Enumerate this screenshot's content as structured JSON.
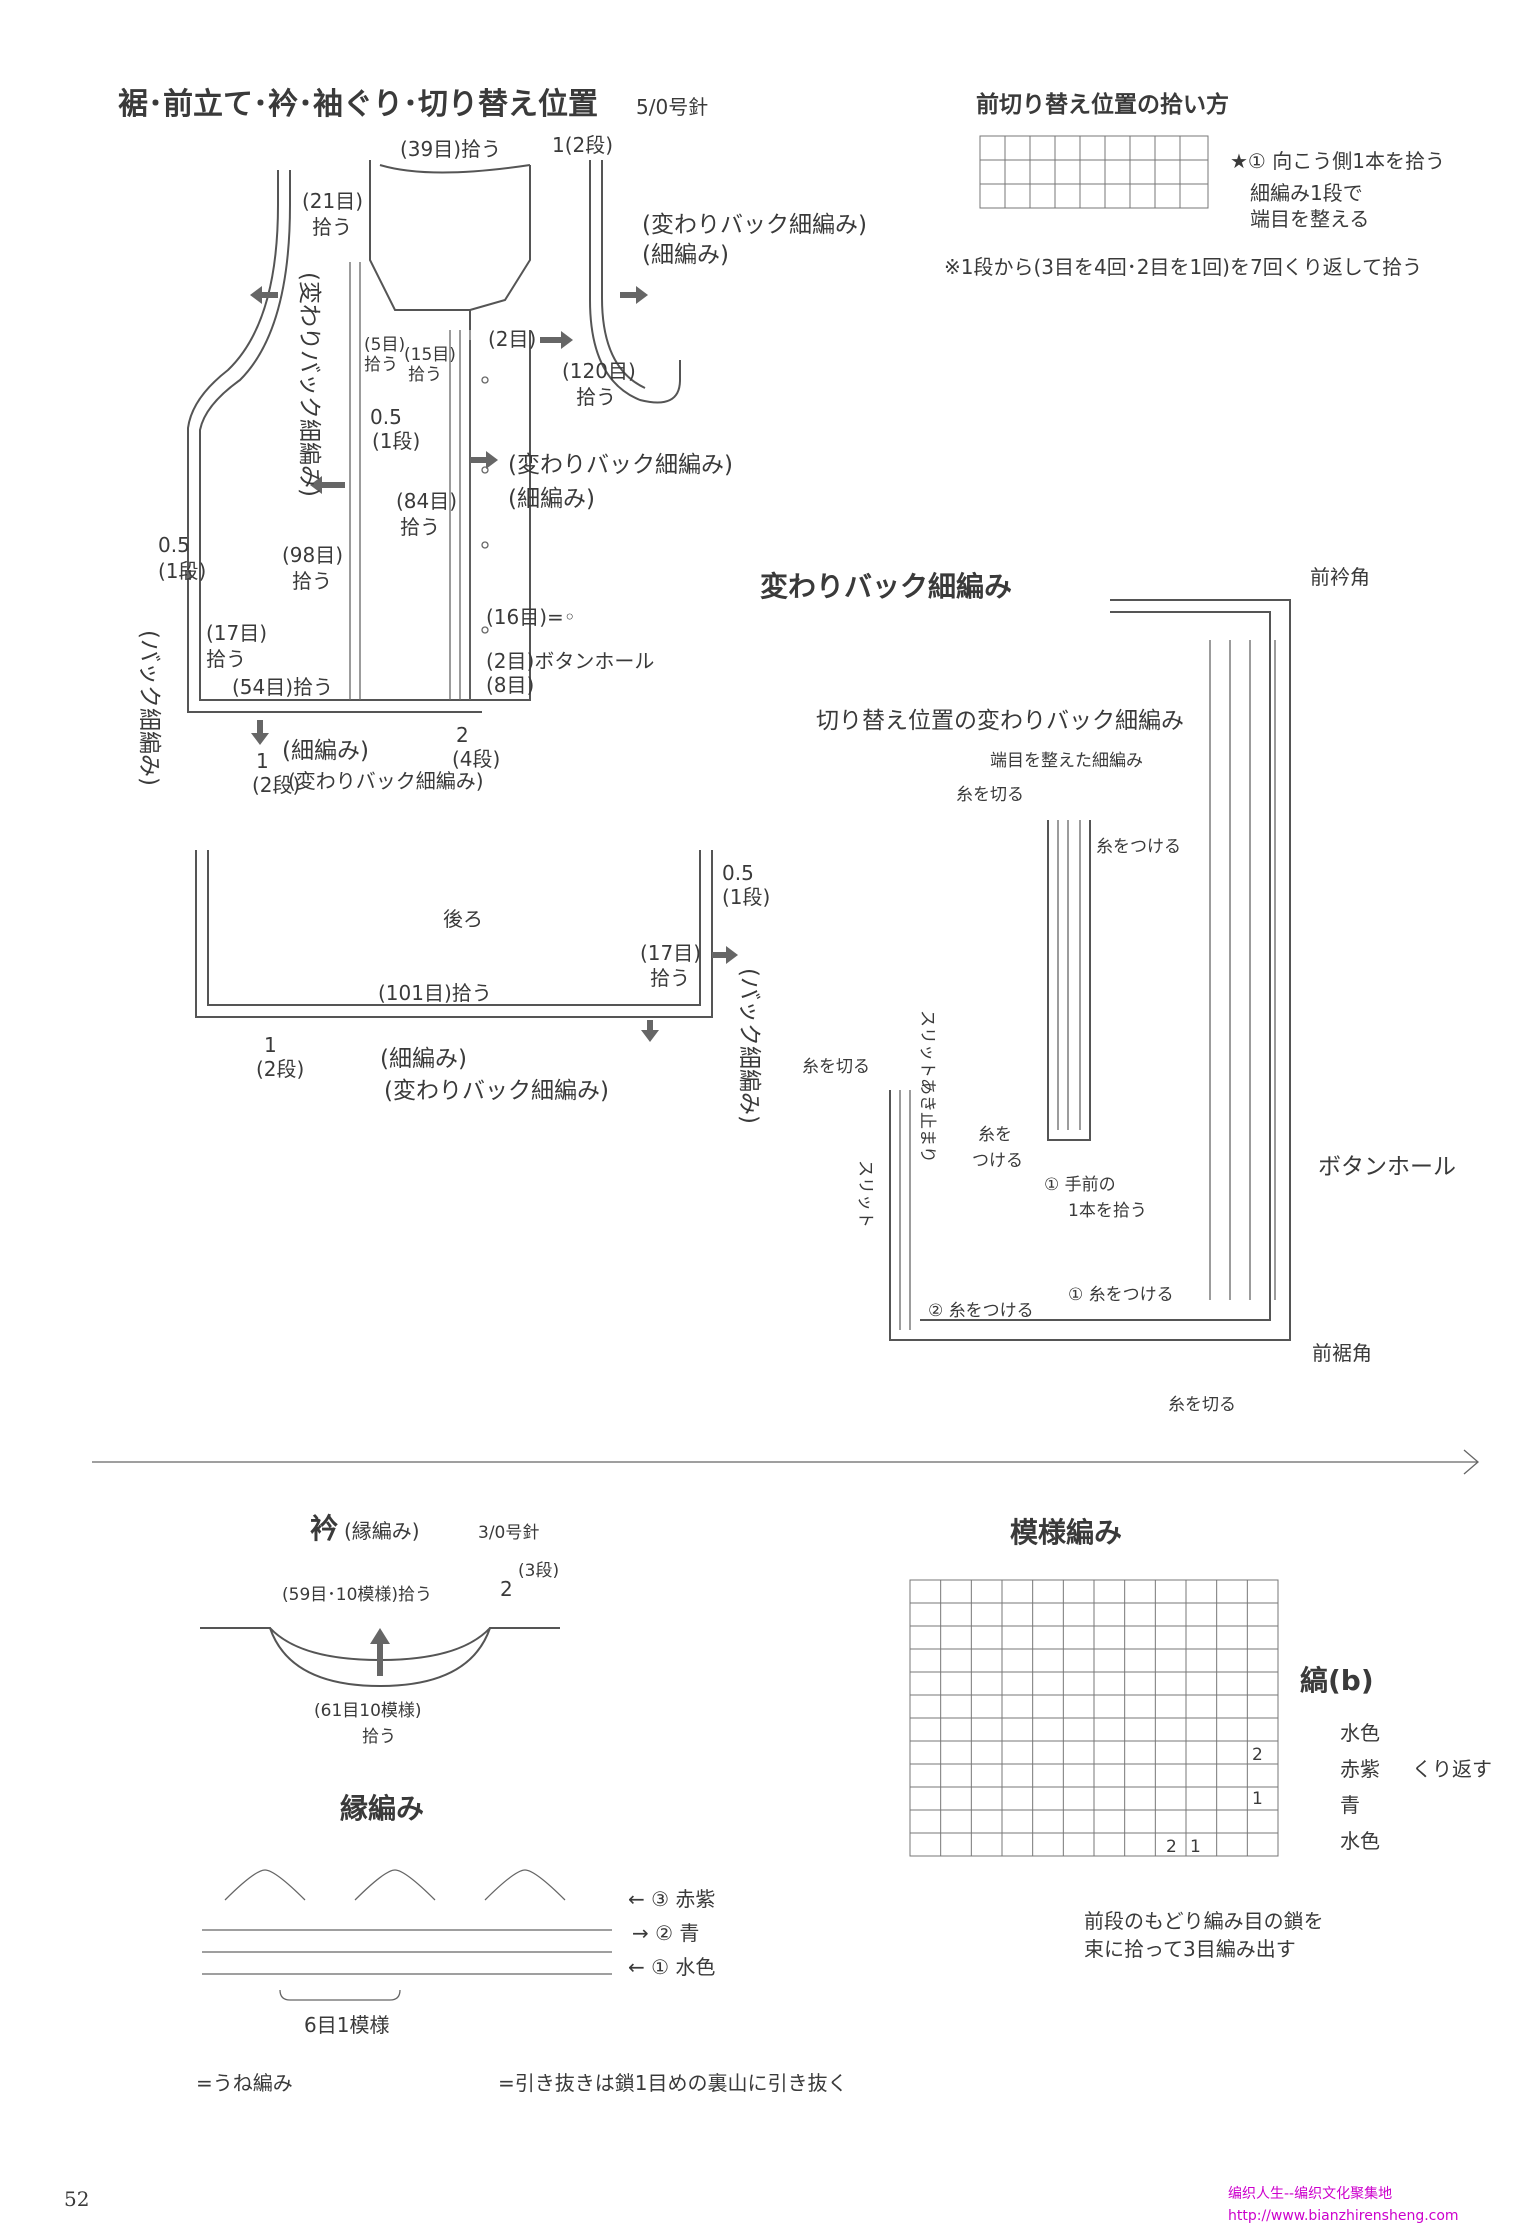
{
  "top_left": {
    "title": "裾･前立て･衿･袖ぐり･切り替え位置",
    "needle": "5/0号針",
    "labels": {
      "pick39": "(39目)拾う",
      "row12": "1(2段)",
      "pick21": "(21目)",
      "pick21b": "拾う",
      "varBack1": "(変わりバック細編み)",
      "sc1": "(細編み)",
      "varBackVert": "(変わりバック細編み)",
      "pick5": "(5目)",
      "pick5b": "拾う",
      "pick15": "(15目)",
      "pick15b": "拾う",
      "st2": "(2目)",
      "pick120": "(120目)",
      "pick120b": "拾う",
      "half1": "0.5",
      "half1b": "(1段)",
      "varBack2": "(変わりバック細編み)",
      "sc2": "(細編み)",
      "pick84": "(84目)",
      "pick84b": "拾う",
      "pick98": "(98目)",
      "pick98b": "拾う",
      "half2": "0.5",
      "half2b": "(1段)",
      "pick17": "(17目)",
      "pick17b": "拾う",
      "backSc": "(バック細編み)",
      "st16": "(16目)=◦",
      "st2bh": "(2目)ボタンホール",
      "st8": "(8目)",
      "pick54": "(54目)拾う",
      "row1": "1",
      "row1b": "(2段)",
      "sc3": "(細編み)",
      "varBack3": "(変わりバック細編み)",
      "row2": "2",
      "row2b": "(4段)"
    }
  },
  "back_section": {
    "title": "後ろ",
    "pick101": "(101目)拾う",
    "half": "0.5",
    "halfb": "(1段)",
    "pick17": "(17目)",
    "pick17b": "拾う",
    "backSc": "(バック細編み)",
    "row1": "1",
    "row1b": "(2段)",
    "sc": "(細編み)",
    "varBack": "(変わりバック細編み)"
  },
  "top_right": {
    "title": "前切り替え位置の拾い方",
    "note1": "★① 向こう側1本を拾う",
    "note2": "細編み1段で",
    "note3": "端目を整える",
    "note4": "※1段から(3目を4回･2目を1回)を7回くり返して拾う"
  },
  "right_diagram": {
    "title": "変わりバック細編み",
    "corner_top": "前衿角",
    "sub_title": "切り替え位置の変わりバック細編み",
    "edge_sc": "端目を整えた細編み",
    "cut1": "糸を切る",
    "attach1": "糸をつける",
    "cut2": "糸を切る",
    "slit_stop": "スリットあき止まり",
    "attach2": "糸を",
    "attach2b": "つける",
    "front1": "① 手前の",
    "front1b": "1本を拾う",
    "slit": "スリット",
    "buttonhole": "ボタンホール",
    "attach3": "② 糸をつける",
    "attach4": "① 糸をつける",
    "corner_bottom": "前裾角",
    "cut3": "糸を切る"
  },
  "collar": {
    "title": "衿",
    "title_sub": "(縁編み)",
    "needle": "3/0号針",
    "pick59": "(59目･10模様)拾う",
    "row2": "2",
    "row2b": "(3段)",
    "pick61": "(61目10模様)",
    "pick61b": "拾う"
  },
  "edging": {
    "title": "縁編み",
    "row3": "← ③ 赤紫",
    "row2": "→ ② 青",
    "row1": "← ① 水色",
    "repeat": "6目1模様",
    "legend1": "=うね編み",
    "legend2": "=引き抜きは鎖1目めの裏山に引き抜く"
  },
  "pattern": {
    "title": "模様編み",
    "stripes_title": "縞(b)",
    "colors": [
      "水色",
      "赤紫",
      "青",
      "水色"
    ],
    "repeat": "くり返す",
    "row_nums": [
      "2",
      "1"
    ],
    "col_nums": [
      "2",
      "1"
    ],
    "legend": "前段のもどり編み目の鎖を",
    "legend2": "束に拾って3目編み出す"
  },
  "page_number": "52",
  "footer": {
    "line1": "编织人生--编织文化聚集地",
    "line2": "http://www.bianzhirensheng.com"
  }
}
